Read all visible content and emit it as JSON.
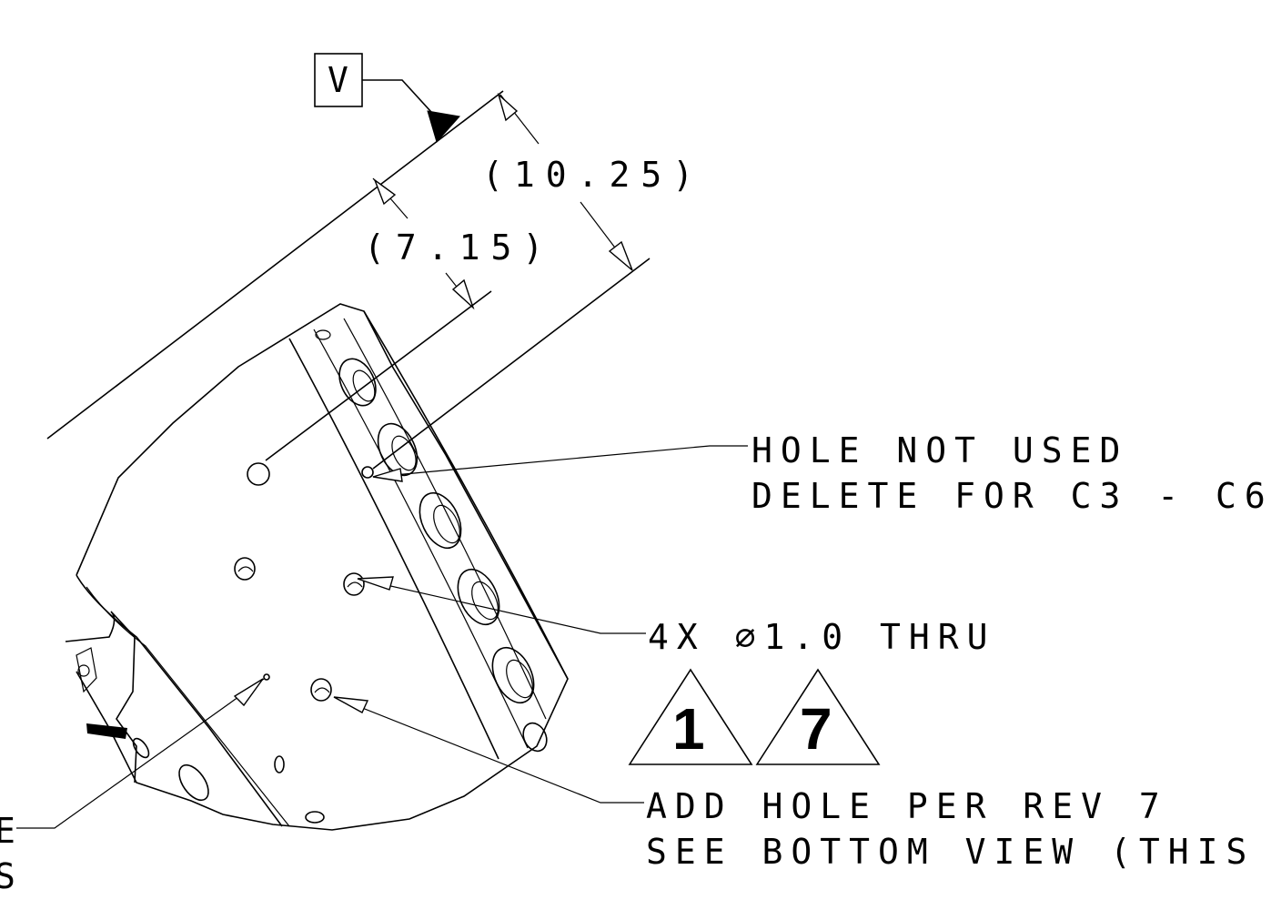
{
  "datum": {
    "label": "V"
  },
  "dimensions": {
    "outer": "(10.25)",
    "inner": "(7.15)"
  },
  "notes": {
    "hole_not_used": [
      "HOLE NOT USED",
      "DELETE FOR C3 - C6"
    ],
    "thru_holes": "4X ∅1.0 THRU",
    "add_hole": [
      "ADD HOLE PER REV 7",
      "SEE BOTTOM VIEW (THIS SHEET)"
    ],
    "cut_left": [
      "E",
      "S"
    ]
  },
  "revision_flags": [
    "1",
    "7"
  ],
  "colors": {
    "line": "#000000",
    "background": "#ffffff"
  }
}
